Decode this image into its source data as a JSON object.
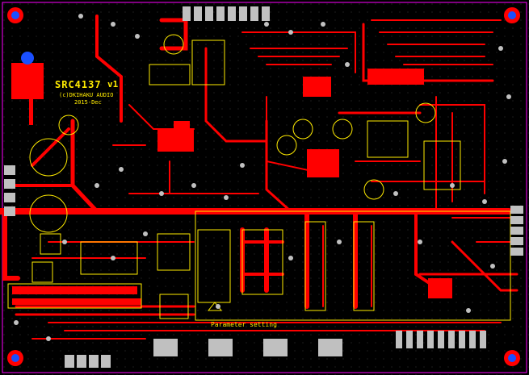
{
  "board": {
    "title": "SRC4137",
    "version": "v1",
    "copyright": "(c)DKIHAKU AUDIO",
    "date": "2015-Dec",
    "section_label": "Parameter setting"
  },
  "colors": {
    "background": "#000000",
    "copper": "#ff0000",
    "silkscreen": "#ffeb00",
    "pad": "#c0c0c0",
    "outline": "#ff00ff",
    "mounting_hole": "#1a4fff"
  }
}
